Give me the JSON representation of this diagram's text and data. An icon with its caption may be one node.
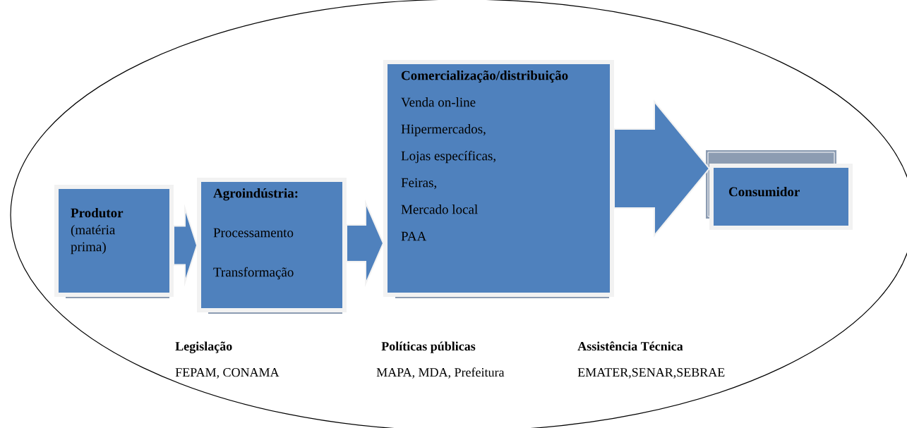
{
  "diagram": {
    "nodes": [
      {
        "text": [],
        "shape": "ellipse"
      },
      {
        "text": [
          "Produtor",
          "(matéria prima)"
        ],
        "in": 0
      },
      {
        "text": [
          "Agroindústria:",
          "Processamento",
          "Transformação"
        ],
        "in": 0
      },
      {
        "text": [
          "Comercialização/distribuição",
          "Venda on-line",
          "Hipermercados,",
          "Lojas específicas,",
          "Feiras,",
          "Mercado local",
          "PAA"
        ],
        "in": 0
      },
      {
        "text": [
          "Consumidor"
        ],
        "in": 0
      }
    ],
    "edges": [
      {
        "from": 1,
        "to": 2,
        "arrow": "to"
      },
      {
        "from": 2,
        "to": 3,
        "arrow": "to"
      },
      {
        "from": 3,
        "to": 4,
        "arrow": "to"
      }
    ],
    "labels": [
      "Legislação",
      "Políticas públicas",
      "Assistência Técnica",
      "FEPAM, CONAMA",
      "MAPA, MDA, Prefeitura",
      "EMATER,SENAR,SEBRAE"
    ]
  }
}
